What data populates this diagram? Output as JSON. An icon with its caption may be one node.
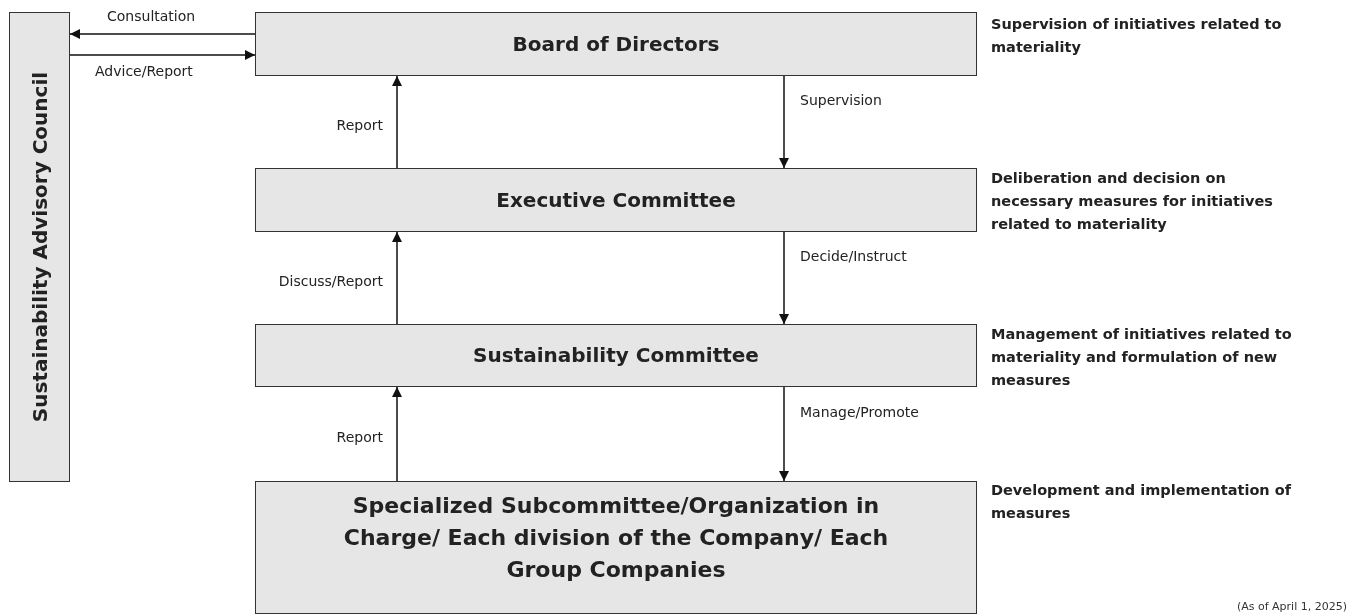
{
  "diagram": {
    "nodes": [
      {
        "text": [
          "Sustainability Advisory Council"
        ]
      },
      {
        "text": [
          "Board of Directors"
        ],
        "beside": [
          "Supervision of initiatives related to materiality"
        ]
      },
      {
        "text": [
          "Executive Committee"
        ],
        "beside": [
          "Deliberation and decision on necessary measures for initiatives related to materiality"
        ]
      },
      {
        "text": [
          "Sustainability Committee"
        ],
        "beside": [
          "Management of initiatives related to materiality and formulation of new measures"
        ]
      },
      {
        "text": [
          "Specialized Subcommittee/Organization in Charge/ Each division of the Company/ Each Group Companies"
        ],
        "beside": [
          "Development and implementation of measures"
        ]
      }
    ],
    "edges": [
      {
        "from": 1,
        "to": 0,
        "arrow": "to",
        "label": "Consultation"
      },
      {
        "from": 0,
        "to": 1,
        "arrow": "to",
        "label": "Advice/Report"
      },
      {
        "from": 2,
        "to": 1,
        "arrow": "to",
        "label": "Report"
      },
      {
        "from": 1,
        "to": 2,
        "arrow": "to",
        "label": "Supervision"
      },
      {
        "from": 3,
        "to": 2,
        "arrow": "to",
        "label": "Discuss/Report"
      },
      {
        "from": 2,
        "to": 3,
        "arrow": "to",
        "label": "Decide/Instruct"
      },
      {
        "from": 4,
        "to": 3,
        "arrow": "to",
        "label": "Report"
      },
      {
        "from": 3,
        "to": 4,
        "arrow": "to",
        "label": "Manage/Promote"
      }
    ],
    "labels": [
      "(As of April 1, 2025)"
    ]
  }
}
